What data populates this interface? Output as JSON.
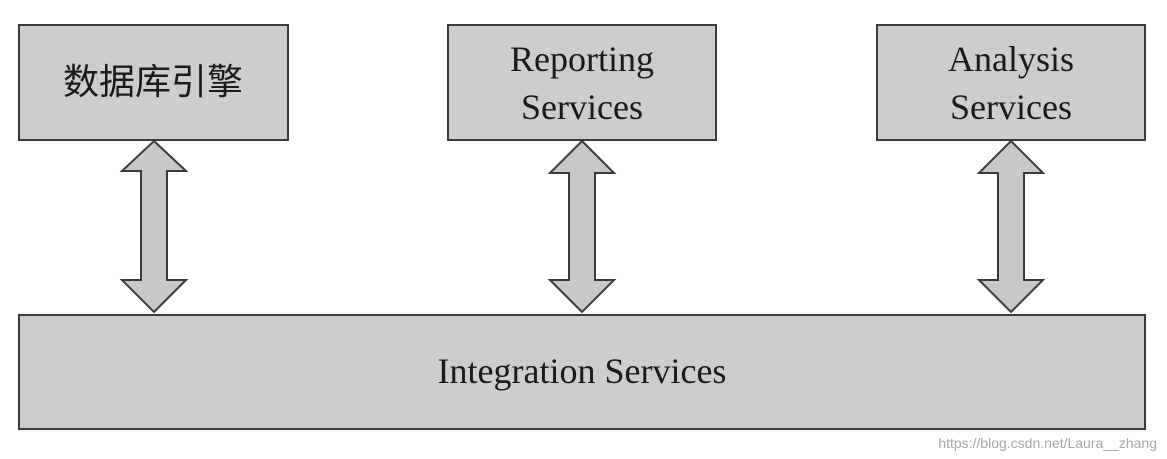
{
  "diagram": {
    "boxes": {
      "database_engine": "数据库引擎",
      "reporting": [
        "Reporting",
        "Services"
      ],
      "analysis": [
        "Analysis",
        "Services"
      ],
      "integration": "Integration Services"
    },
    "colors": {
      "box_fill": "#cdcdcd",
      "box_stroke": "#3a3a3a",
      "arrow_fill": "#c8c8c8",
      "arrow_stroke": "#3a3a3a"
    },
    "arrows": [
      {
        "from": "database_engine",
        "to": "integration",
        "direction": "bidirectional"
      },
      {
        "from": "reporting",
        "to": "integration",
        "direction": "bidirectional"
      },
      {
        "from": "analysis",
        "to": "integration",
        "direction": "bidirectional"
      }
    ]
  },
  "watermark": "https://blog.csdn.net/Laura__zhang"
}
